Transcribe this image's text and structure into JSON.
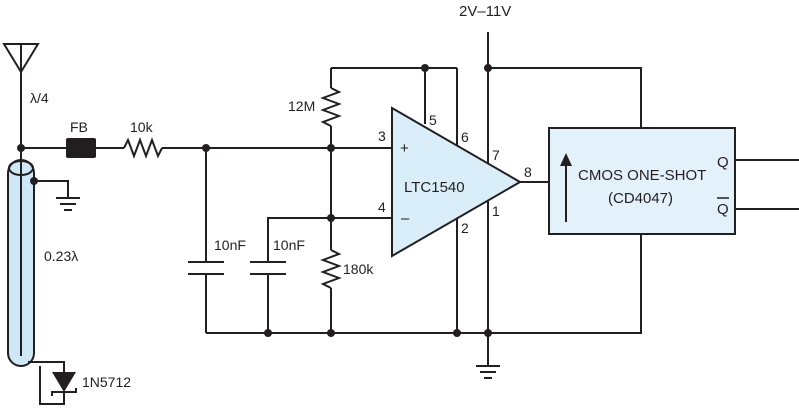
{
  "supply": {
    "label": "2V–11V"
  },
  "antenna": {
    "label": "λ/4"
  },
  "coax": {
    "label": "0.23λ"
  },
  "ferrite_bead": {
    "label": "FB"
  },
  "resistors": {
    "series": "10k",
    "upper": "12M",
    "lower": "180k"
  },
  "capacitors": {
    "c1": "10nF",
    "c2": "10nF"
  },
  "diode": {
    "label": "1N5712"
  },
  "comparator": {
    "name": "LTC1540",
    "pins": {
      "p3": "3",
      "p4": "4",
      "p5": "5",
      "p6": "6",
      "p7": "7",
      "p8": "8",
      "p1": "1",
      "p2": "2"
    },
    "plus": "+",
    "minus": "–"
  },
  "one_shot": {
    "line1": "CMOS ONE-SHOT",
    "line2": "(CD4047)",
    "out_q": "Q",
    "out_qbar": "Q"
  }
}
